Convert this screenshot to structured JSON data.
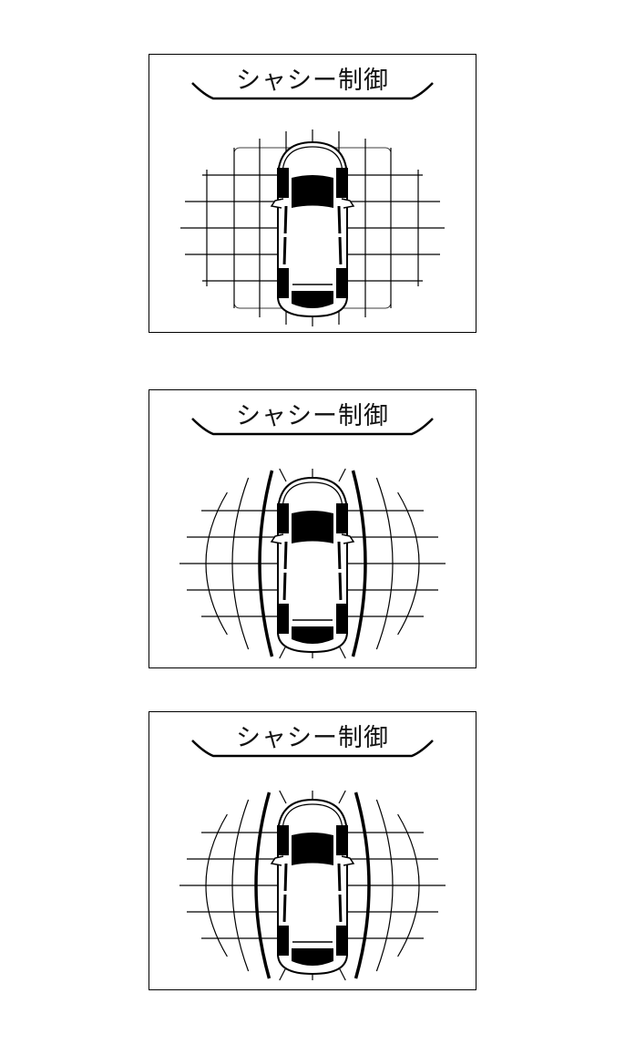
{
  "panels": [
    {
      "title": "シャシー制御",
      "mode": "grid"
    },
    {
      "title": "シャシー制御",
      "mode": "curved"
    },
    {
      "title": "シャシー制御",
      "mode": "curved-wide"
    }
  ]
}
